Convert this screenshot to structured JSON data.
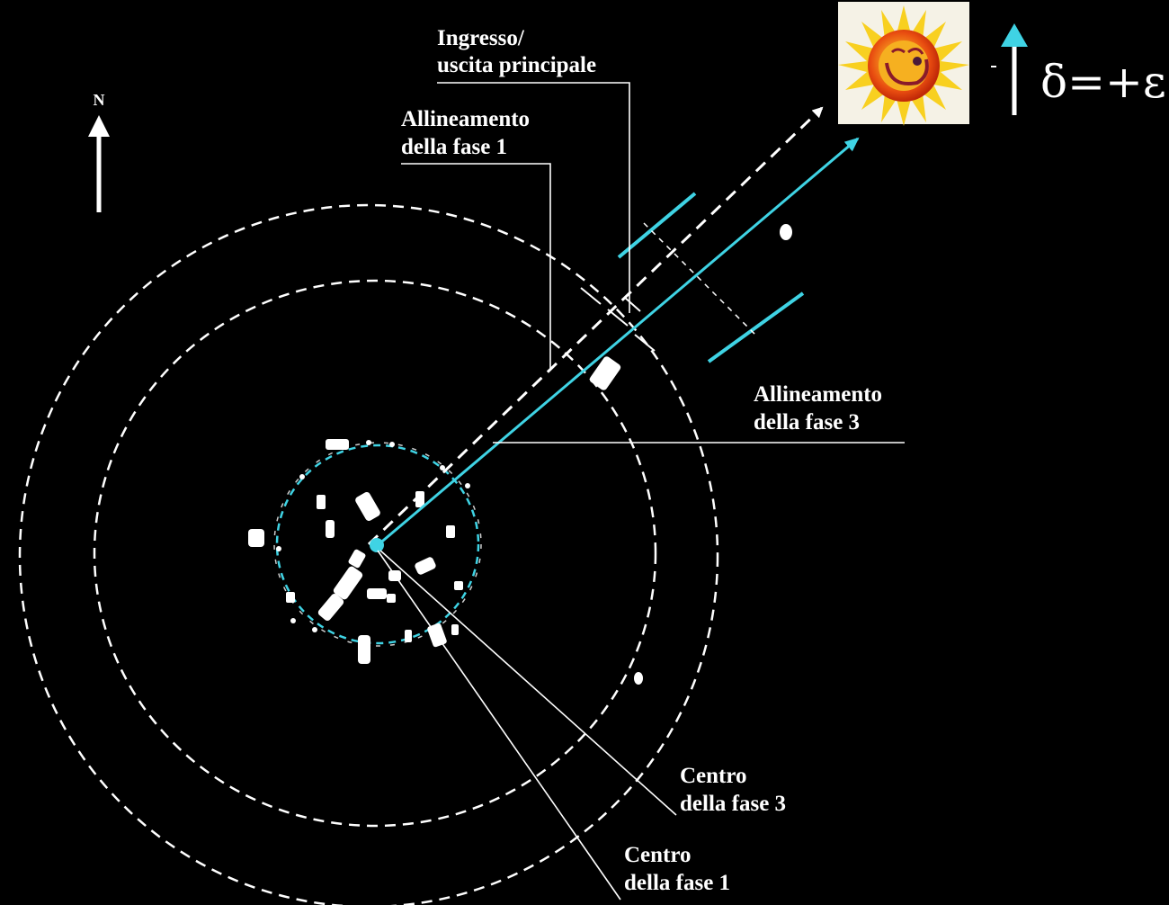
{
  "north_label": "N",
  "labels": {
    "entrance_line1": "Ingresso/",
    "entrance_line2": "uscita principale",
    "align1_line1": "Allineamento",
    "align1_line2": "della fase 1",
    "align3_line1": "Allineamento",
    "align3_line2": "della fase 3",
    "center3_line1": "Centro",
    "center3_line2": "della fase 3",
    "center1_line1": "Centro",
    "center1_line2": "della fase 1"
  },
  "formula": "δ=+ε",
  "icons": {
    "sun": "sun-icon",
    "north_arrow": "north-arrow-icon",
    "declination_arrow": "up-arrow-icon"
  },
  "colors": {
    "background": "#000000",
    "line": "#ffffff",
    "accent": "#3fd3e4",
    "sun_core": "#f07018",
    "sun_rays": "#f8d020"
  }
}
